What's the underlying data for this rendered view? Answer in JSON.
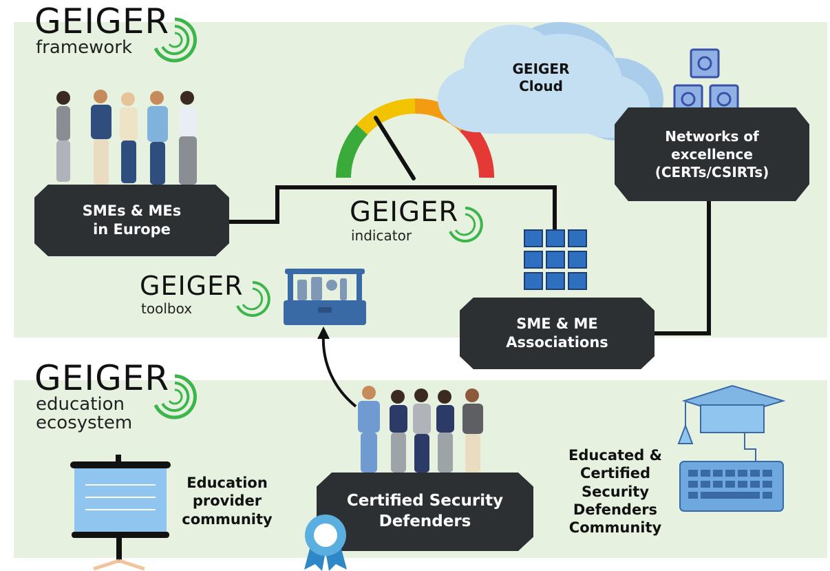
{
  "sections": {
    "framework": {
      "logo_word": "GEIGER",
      "subtitle": "framework"
    },
    "education": {
      "logo_word": "GEIGER",
      "subtitle_line1": "education",
      "subtitle_line2": "ecosystem"
    }
  },
  "nodes": {
    "smes": {
      "line1": "SMEs & MEs",
      "line2": "in Europe"
    },
    "indicator": {
      "logo_word": "GEIGER",
      "subtitle": "indicator"
    },
    "cloud": {
      "line1": "GEIGER",
      "line2": "Cloud"
    },
    "networks": {
      "line1": "Networks of",
      "line2": "excellence",
      "line3": "(CERTs/CSIRTs)"
    },
    "toolbox": {
      "logo_word": "GEIGER",
      "subtitle": "toolbox"
    },
    "associations": {
      "line1": "SME & ME",
      "line2": "Associations"
    },
    "education_provider": {
      "line1": "Education",
      "line2": "provider",
      "line3": "community"
    },
    "defenders": {
      "line1": "Certified Security",
      "line2": "Defenders"
    },
    "community": {
      "line1": "Educated &",
      "line2": "Certified",
      "line3": "Security",
      "line4": "Defenders",
      "line5": "Community"
    }
  },
  "colors": {
    "band": "#e6f1e0",
    "box": "#2d3033",
    "logo_swirl": "#3cb54a",
    "cloud": "#b9d7ee",
    "grid_blue": "#2f6fbf",
    "gauge_green": "#3aab3a",
    "gauge_yellow": "#f2c300",
    "gauge_orange": "#f39c12",
    "gauge_red": "#e53935"
  },
  "icons": [
    "people-group-icon",
    "gauge-icon",
    "cloud-icon",
    "cubes-network-icon",
    "toolbox-icon",
    "grid-icon",
    "defenders-group-icon",
    "presentation-board-icon",
    "graduation-computer-icon",
    "award-ribbon-icon"
  ]
}
